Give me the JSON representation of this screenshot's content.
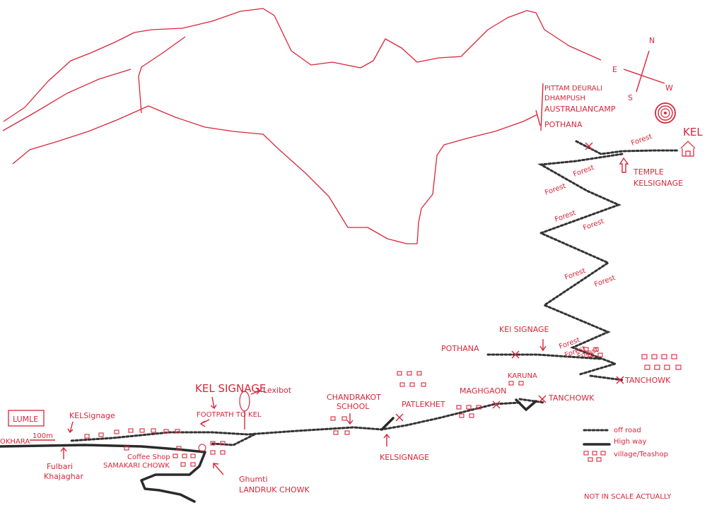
{
  "map": {
    "destination_notes": [
      "PITTAM DEURALI",
      "DHAMPUSH",
      "AUSTRALIANCAMP",
      "POTHANA"
    ],
    "kel": "KEL",
    "compass": {
      "n": "N",
      "e": "E",
      "s": "S",
      "w": "W"
    },
    "forest_labels": [
      "Forest",
      "Forest",
      "Forest",
      "Forest",
      "Forest",
      "Forest",
      "Forest",
      "Forest",
      "Forest",
      "Forest"
    ],
    "temple_label": "TEMPLE",
    "kel_signage_top": "KELSIGNAGE",
    "kel_signage_mid": "KEl SIGNAGE",
    "pothana": "POTHANA",
    "karuna": "KARUNA",
    "tanchowk_east": "TANCHOWK",
    "tanchowk": "TANCHOWK",
    "maghgaon": "MAGHGAON",
    "patlekhet": "PATLEKHET",
    "chandrakot_line1": "CHANDRAKOT",
    "chandrakot_line2": "SCHOOL",
    "kel_signage_bottom": "KELSIGNAGE",
    "kel_signage_left": "KEL SIGNAGE",
    "lexibot": "Lexibot",
    "footpath": "FOOTPATH TO KEL",
    "kelsignage_lumle": "KELSignage",
    "lumle": "LUMLE",
    "pokhara": "OKHARA",
    "distance": "100m",
    "fulbari_line1": "Fulbari",
    "fulbari_line2": "Khajaghar",
    "coffee_line1": "Coffee Shop",
    "coffee_line2": "SAMAKARI CHOWK",
    "ghumti_line1": "Ghumti",
    "ghumti_line2": "LANDRUK CHOWK",
    "legend": {
      "offroad": "off road",
      "highway": "High way",
      "village": "village/Teashop"
    },
    "scale_note": "NOT IN SCALE ACTUALLY"
  },
  "colors": {
    "ink_red": "#d8263a",
    "ink_black": "#2a2a2a"
  }
}
